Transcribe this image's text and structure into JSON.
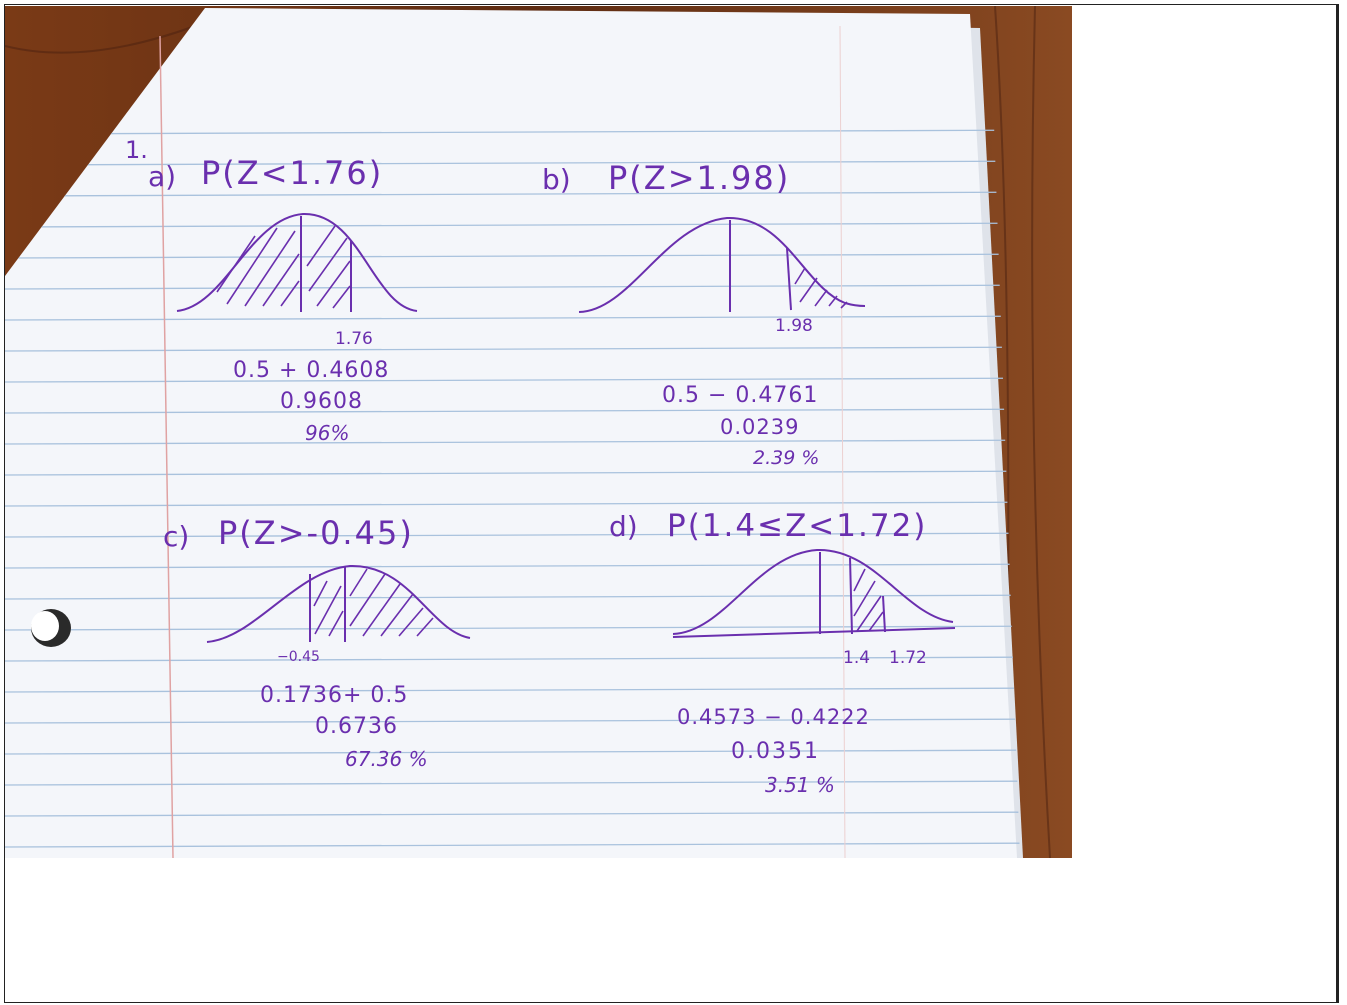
{
  "colors": {
    "ink": "#6a2fae",
    "paper": "#f4f6fa",
    "rule_line": "#a9c2dd",
    "margin_line": "#e0a2a2",
    "wood": "#6b3418"
  },
  "worksheet": {
    "problem_number": "1.",
    "parts": [
      {
        "label": "a)",
        "expression": "P(Z<1.76)",
        "axis_labels": [
          "1.76"
        ],
        "work": [
          "0.5 + 0.4608",
          "0.9608",
          "96%"
        ]
      },
      {
        "label": "b)",
        "expression": "P(Z>1.98)",
        "axis_labels": [
          "1.98"
        ],
        "work": [
          "0.5 − 0.4761",
          "0.0239",
          "2.39 %"
        ]
      },
      {
        "label": "c)",
        "expression": "P(Z>-0.45)",
        "axis_labels": [
          "−0.45"
        ],
        "work": [
          "0.1736+ 0.5",
          "0.6736",
          "67.36 %"
        ]
      },
      {
        "label": "d)",
        "expression": "P(1.4≤Z<1.72)",
        "axis_labels": [
          "1.4",
          "1.72"
        ],
        "work": [
          "0.4573 − 0.4222",
          "0.0351",
          "3.51 %"
        ]
      }
    ]
  }
}
